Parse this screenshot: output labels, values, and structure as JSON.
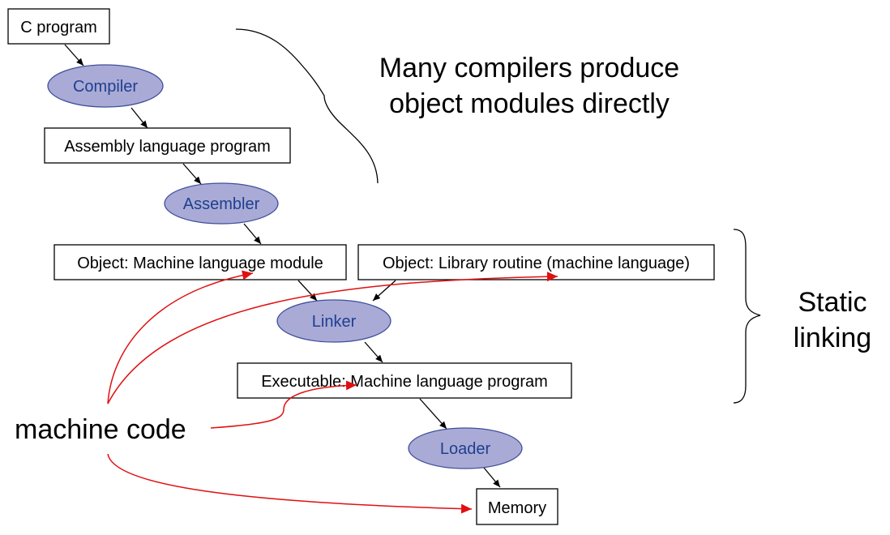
{
  "colors": {
    "box_border": "#000000",
    "ellipse_fill": "#a9abd6",
    "ellipse_stroke": "#3f4f9a",
    "ellipse_text": "#1f3f8f",
    "flow_arrow": "#000000",
    "highlight_arrow": "#e01010"
  },
  "boxes": {
    "c_program": "C program",
    "assembly_program": "Assembly language program",
    "object_module": "Object: Machine language module",
    "library_routine": "Object: Library routine (machine language)",
    "executable": "Executable: Machine language program",
    "memory": "Memory"
  },
  "tools": {
    "compiler": "Compiler",
    "assembler": "Assembler",
    "linker": "Linker",
    "loader": "Loader"
  },
  "notes": {
    "compilers_line1": "Many compilers produce",
    "compilers_line2": "object modules directly",
    "static_line1": "Static",
    "static_line2": "linking",
    "machine_code": "machine code"
  }
}
